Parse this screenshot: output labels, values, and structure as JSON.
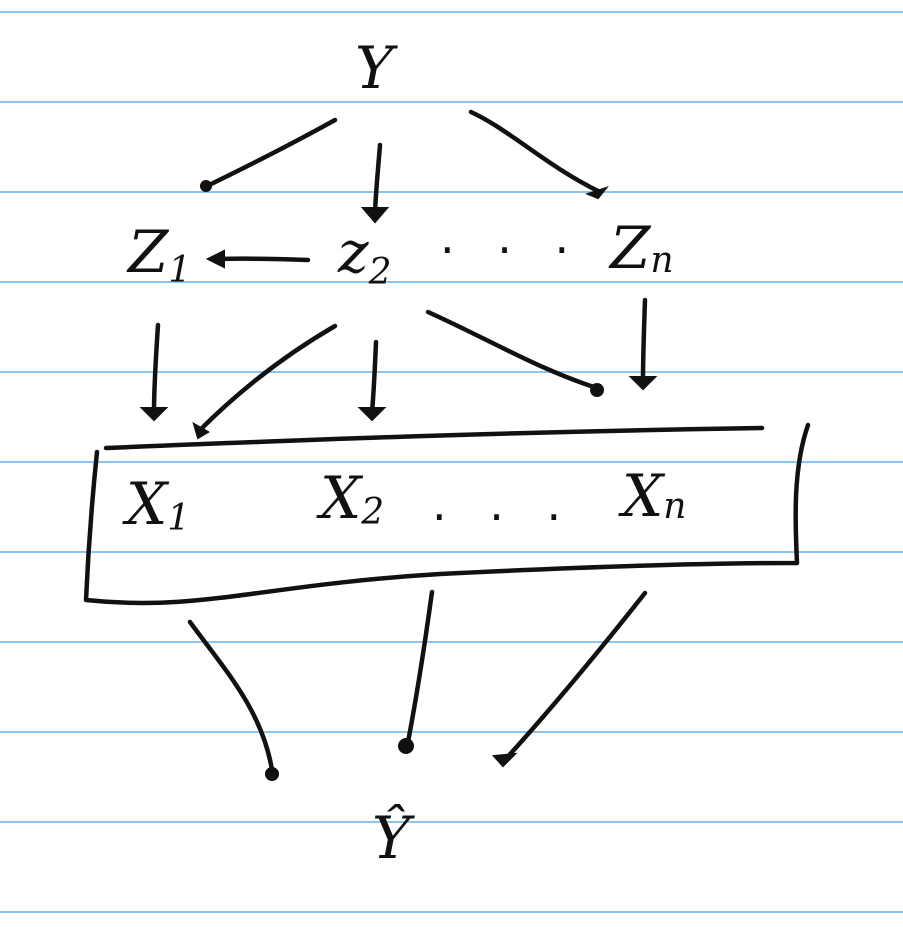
{
  "colors": {
    "ink": "#111111",
    "rule": "#8cc4ee",
    "paper": "#ffffff"
  },
  "nodes": {
    "y": "Y",
    "z1": {
      "base": "Z",
      "sub": "1"
    },
    "z2": {
      "base": "z",
      "sub": "2"
    },
    "zn": {
      "base": "Z",
      "sub": "n"
    },
    "z_ellipsis": "· · ·",
    "x1": {
      "base": "X",
      "sub": "1"
    },
    "x2": {
      "base": "X",
      "sub": "2"
    },
    "xn": {
      "base": "X",
      "sub": "n"
    },
    "x_ellipsis": ". . .",
    "y_hat": "Ŷ"
  }
}
